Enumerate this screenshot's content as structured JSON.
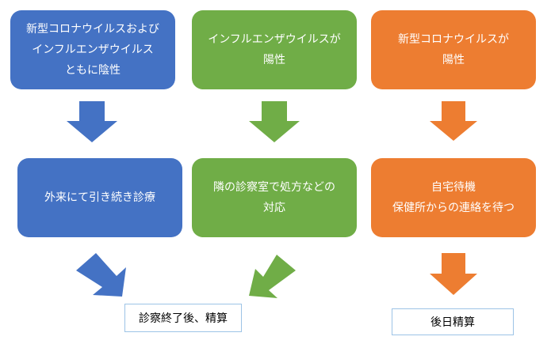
{
  "colors": {
    "blue": "#4472c4",
    "green": "#70ad47",
    "orange": "#ed7d31",
    "result_border": "#9dc3e6"
  },
  "top_row": {
    "blue": [
      "新型コロナウイルスおよび",
      "インフルエンザウイルス",
      "ともに陰性"
    ],
    "green": [
      "インフルエンザウイルスが",
      "陽性"
    ],
    "orange": [
      "新型コロナウイルスが",
      "陽性"
    ]
  },
  "middle_row": {
    "blue": [
      "外来にて引き続き診療"
    ],
    "green": [
      "隣の診察室で処方などの",
      "対応"
    ],
    "orange": [
      "自宅待機",
      "保健所からの連絡を待つ"
    ]
  },
  "results": {
    "shared": "診察終了後、精算",
    "orange": "後日精算"
  }
}
